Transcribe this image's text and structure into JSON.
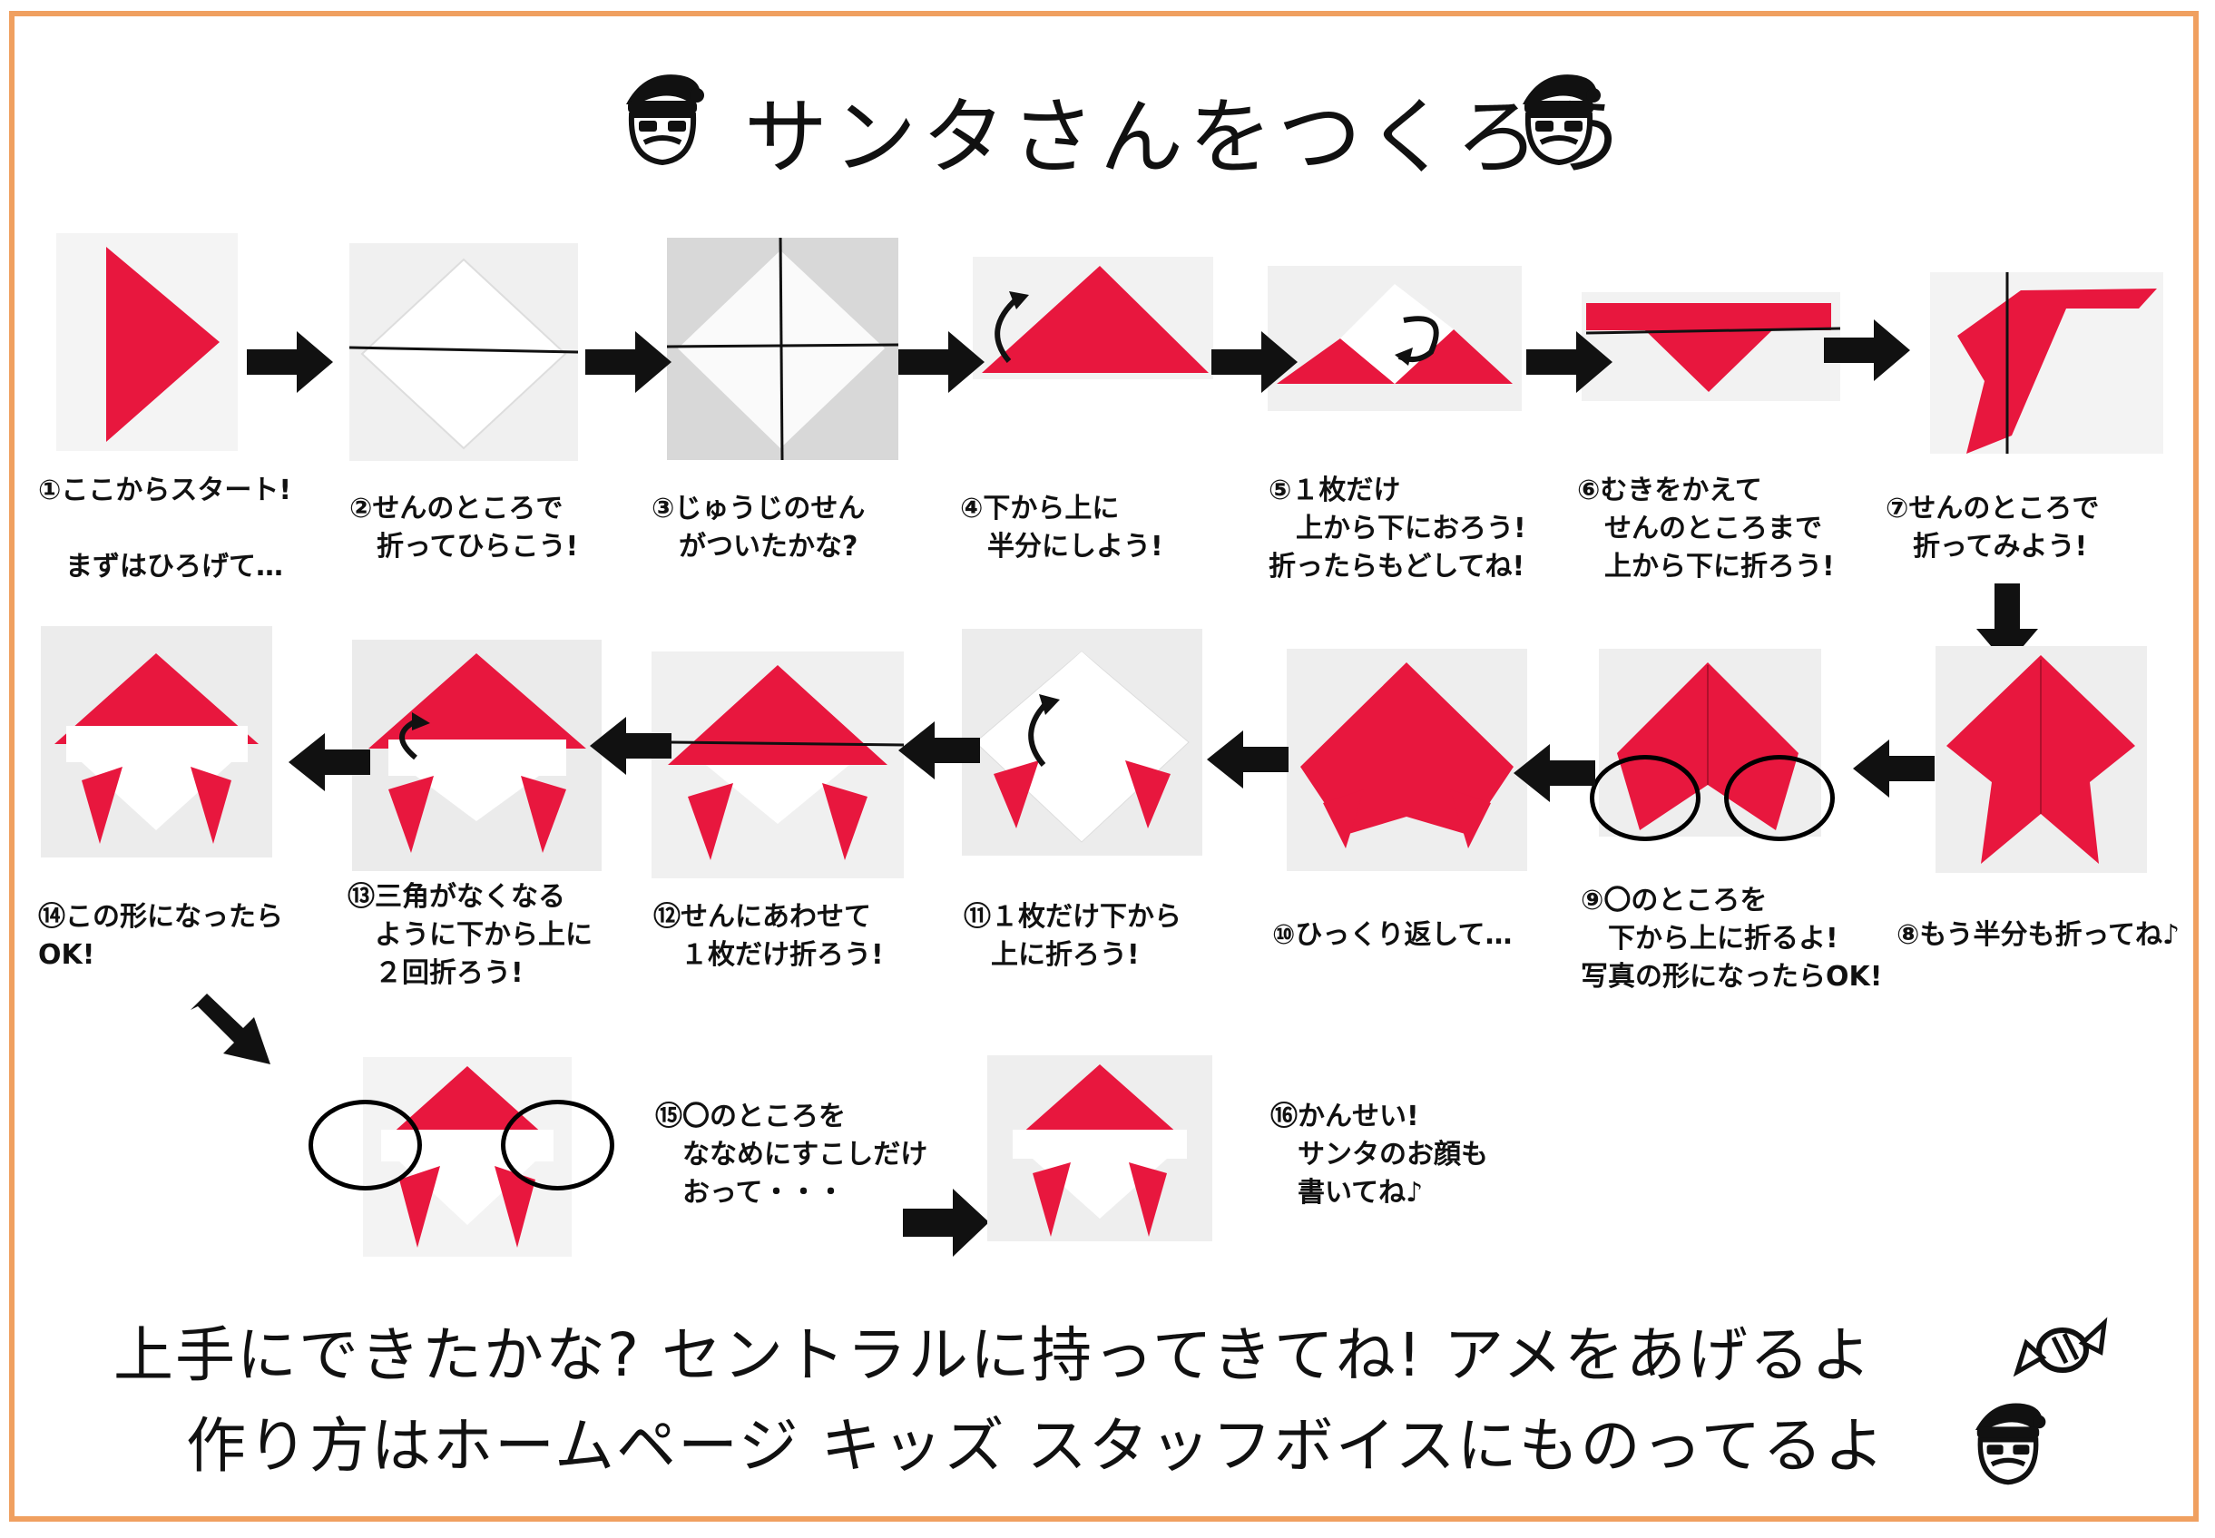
{
  "title": "サンタさんをつくろう",
  "icons": {
    "santa": "santa-face-icon",
    "candy": "candy-icon",
    "arrow": "arrow-right-icon"
  },
  "colors": {
    "border": "#f0a060",
    "paper_red": "#e8173e",
    "paper_white": "#ffffff",
    "background": "#ffffff"
  },
  "steps": [
    {
      "caption": "①ここからスタート!\n\n　まずはひろげて…"
    },
    {
      "caption": "②せんのところで\n　折ってひらこう!"
    },
    {
      "caption": "③じゅうじのせん\n　がついたかな?"
    },
    {
      "caption": "④下から上に\n　半分にしよう!"
    },
    {
      "caption": "⑤１枚だけ\n　上から下におろう!\n折ったらもどしてね!"
    },
    {
      "caption": "⑥むきをかえて\n　せんのところまで\n　上から下に折ろう!"
    },
    {
      "caption": "⑦せんのところで\n　折ってみよう!"
    },
    {
      "caption": "⑧もう半分も折ってね♪"
    },
    {
      "caption": "⑨〇のところを\n　下から上に折るよ!\n写真の形になったらOK!"
    },
    {
      "caption": "⑩ひっくり返して…"
    },
    {
      "caption": "⑪１枚だけ下から\n　上に折ろう!"
    },
    {
      "caption": "⑫せんにあわせて\n　１枚だけ折ろう!"
    },
    {
      "caption": "⑬三角がなくなる\n　ように下から上に\n　２回折ろう!"
    },
    {
      "caption": "⑭この形になったら\nOK!"
    },
    {
      "caption": "⑮〇のところを\n　ななめにすこしだけ\n　おって・・・"
    },
    {
      "caption": "⑯かんせい!\n　サンタのお顔も\n　書いてね♪"
    }
  ],
  "footer": {
    "line1": "上手にできたかな? セントラルに持ってきてね! アメをあげるよ",
    "line2": "作り方はホームページ キッズ スタッフボイスにものってるよ"
  }
}
